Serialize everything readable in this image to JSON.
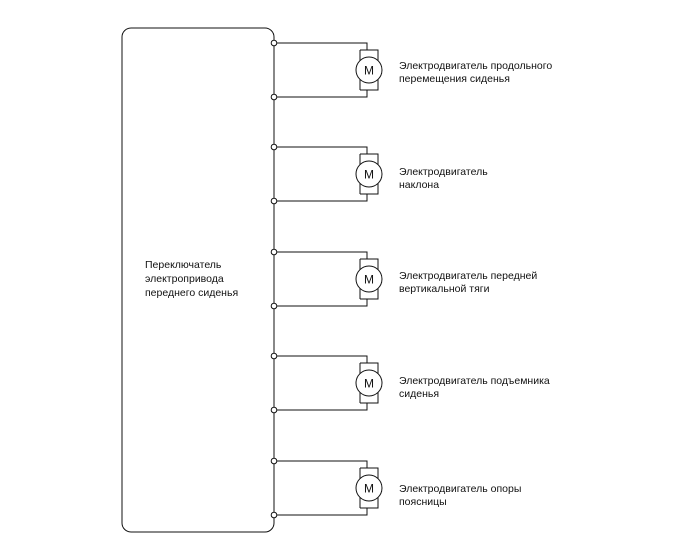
{
  "switch": {
    "label_lines": [
      "Переключатель",
      "электропривода",
      "переднего сиденья"
    ]
  },
  "motor_symbol": "M",
  "motors": [
    {
      "label_lines": [
        "Электродвигатель продольного",
        "перемещения сиденья"
      ]
    },
    {
      "label_lines": [
        "Электродвигатель",
        "наклона"
      ]
    },
    {
      "label_lines": [
        "Электродвигатель передней",
        "вертикальной тяги"
      ]
    },
    {
      "label_lines": [
        "Электродвигатель подъемника",
        "сиденья"
      ]
    },
    {
      "label_lines": [
        "Электродвигатель опоры",
        "поясницы"
      ]
    }
  ],
  "colors": {
    "line": "#111111",
    "background": "#ffffff"
  }
}
